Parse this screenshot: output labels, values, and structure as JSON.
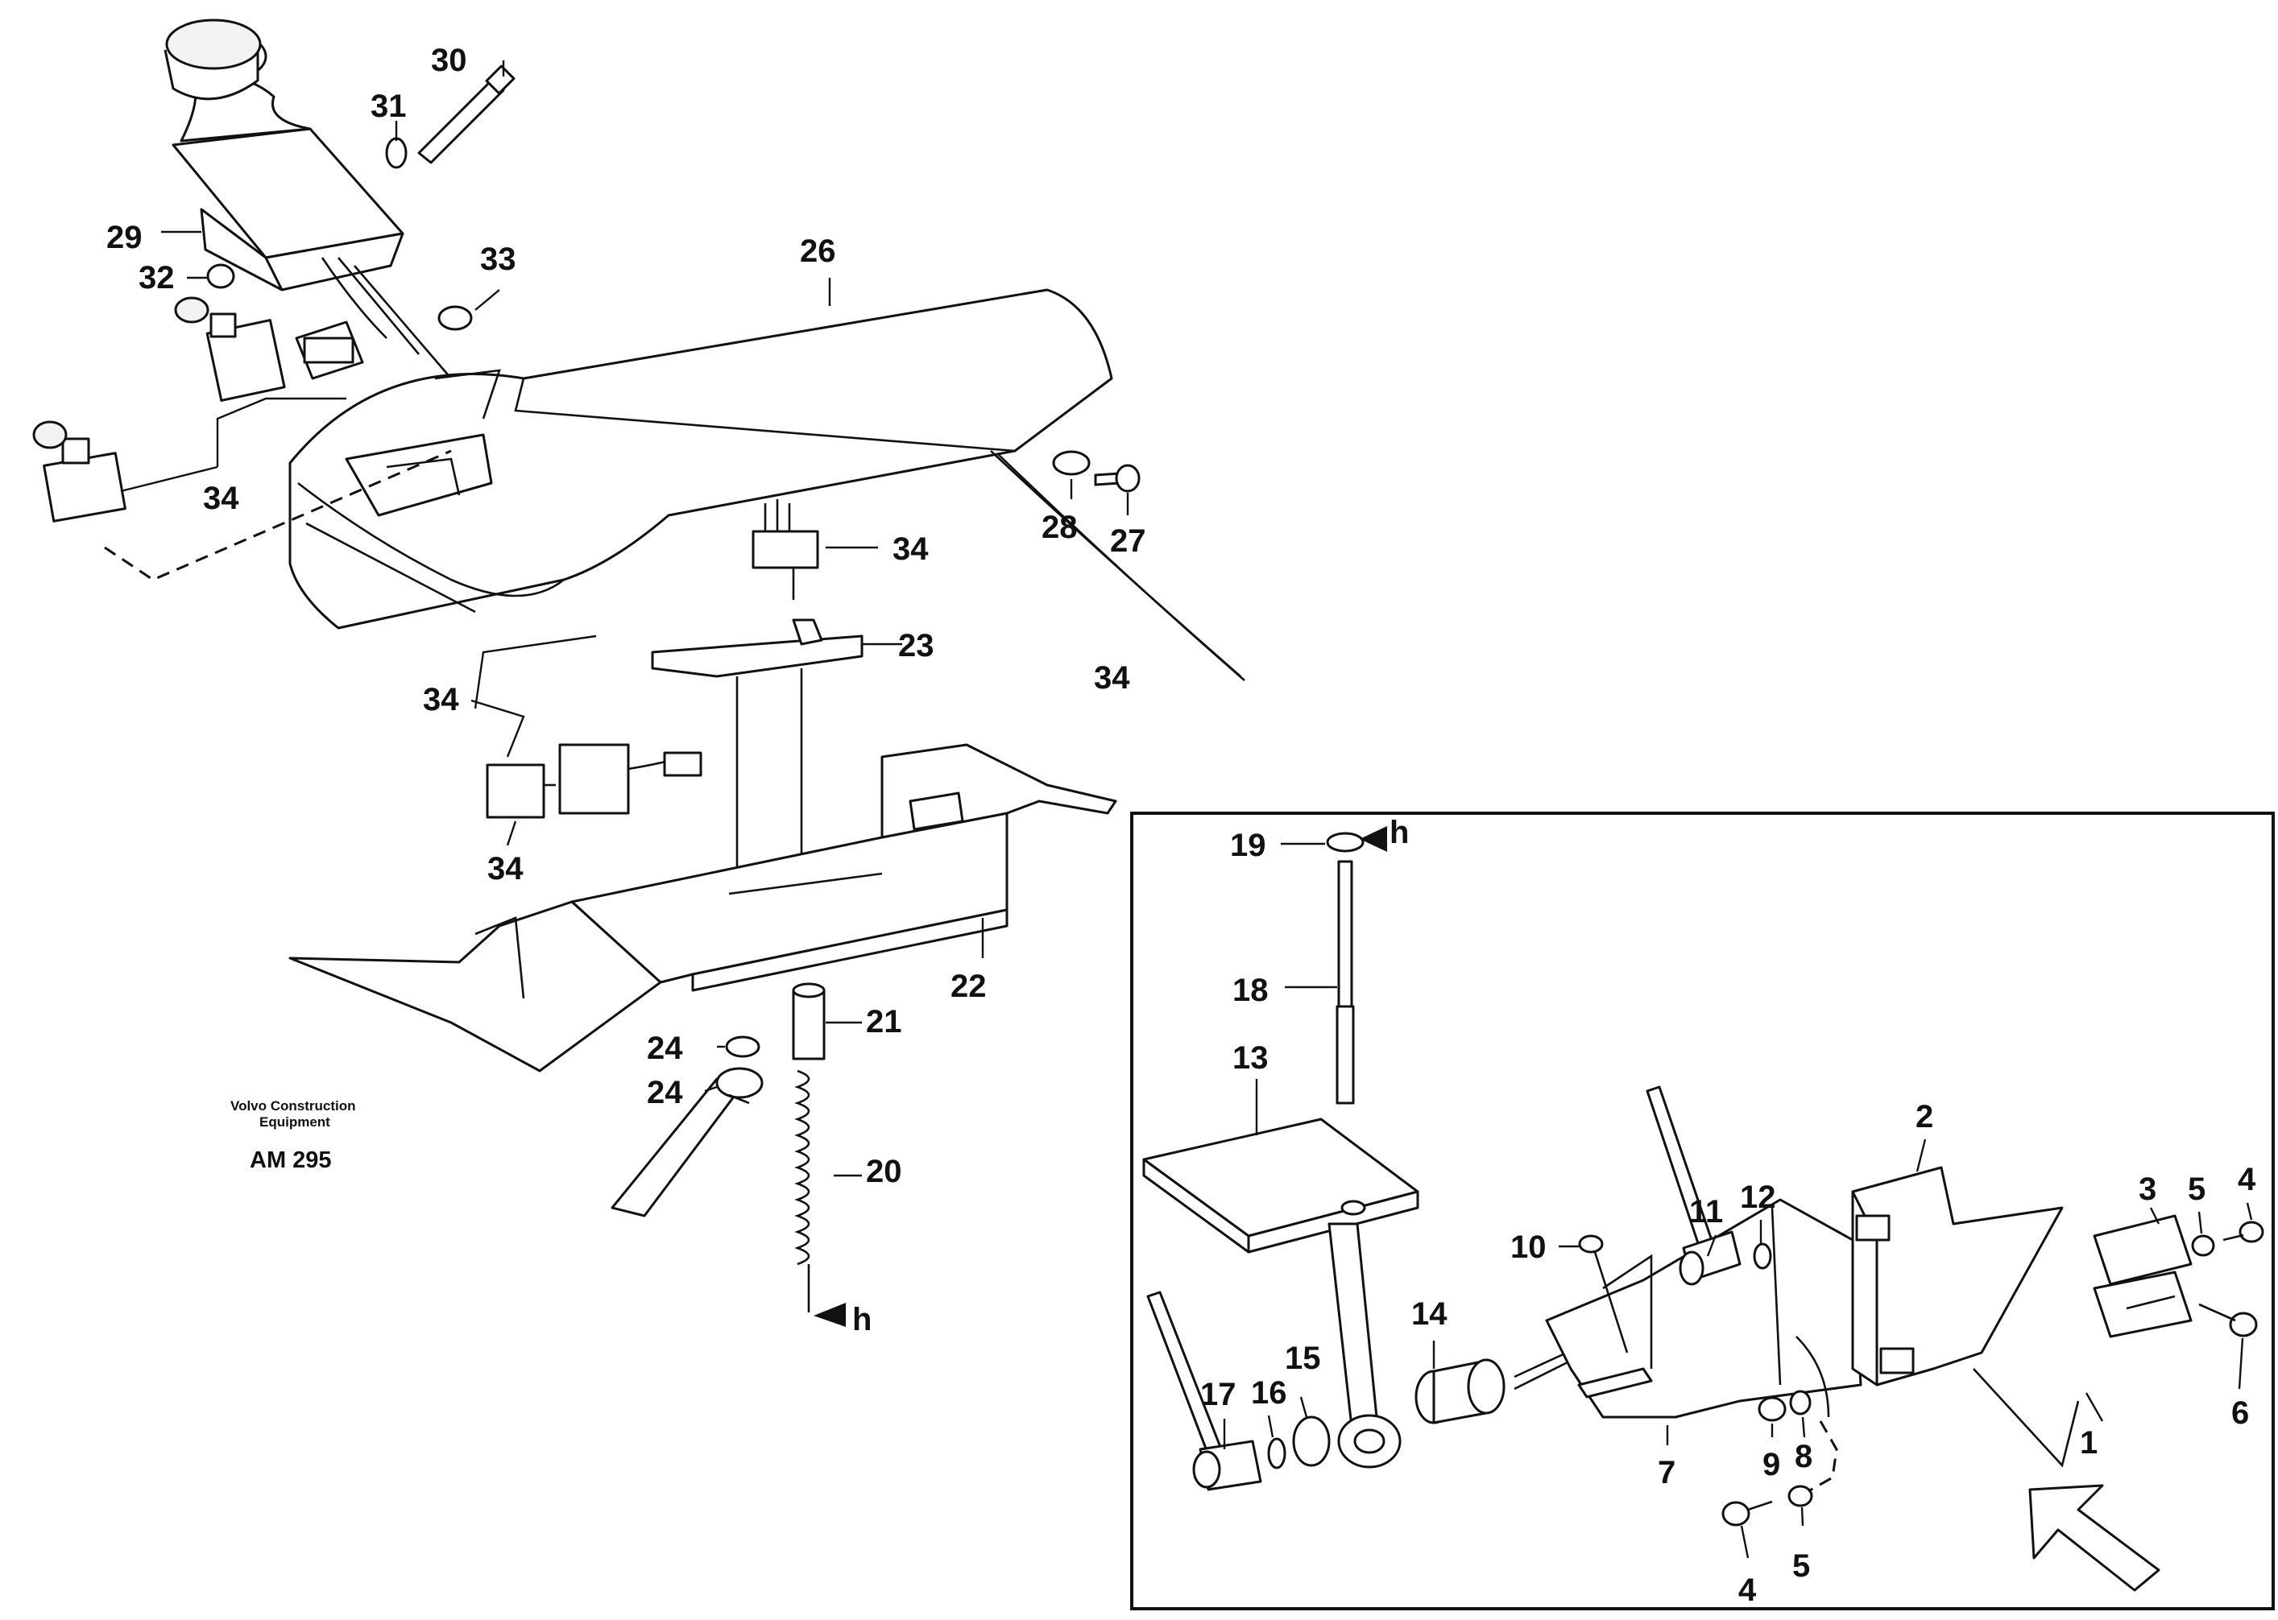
{
  "caption": {
    "company_line1": "Volvo Construction",
    "company_line2": "Equipment",
    "code": "AM 295"
  },
  "callouts": {
    "c1": "1",
    "c2": "2",
    "c3": "3",
    "c4a": "4",
    "c4b": "4",
    "c5a": "5",
    "c5b": "5",
    "c6": "6",
    "c7": "7",
    "c8": "8",
    "c9": "9",
    "c10": "10",
    "c11": "11",
    "c12": "12",
    "c13": "13",
    "c14": "14",
    "c15": "15",
    "c16": "16",
    "c17": "17",
    "c18": "18",
    "c19": "19",
    "c20": "20",
    "c21": "21",
    "c22": "22",
    "c23": "23",
    "c24a": "24",
    "c24b": "24",
    "c26": "26",
    "c27": "27",
    "c28": "28",
    "c29": "29",
    "c30": "30",
    "c31": "31",
    "c32": "32",
    "c33": "33",
    "c34a": "34",
    "c34b": "34",
    "c34c": "34",
    "c34d": "34",
    "c34e": "34"
  },
  "refs": {
    "h_top": "h",
    "h_bottom": "h"
  },
  "colors": {
    "ink": "#111111",
    "paper": "#ffffff"
  },
  "icons": {
    "view_direction": "view-direction-arrow-icon",
    "reference_marker": "reference-arrow-icon"
  }
}
